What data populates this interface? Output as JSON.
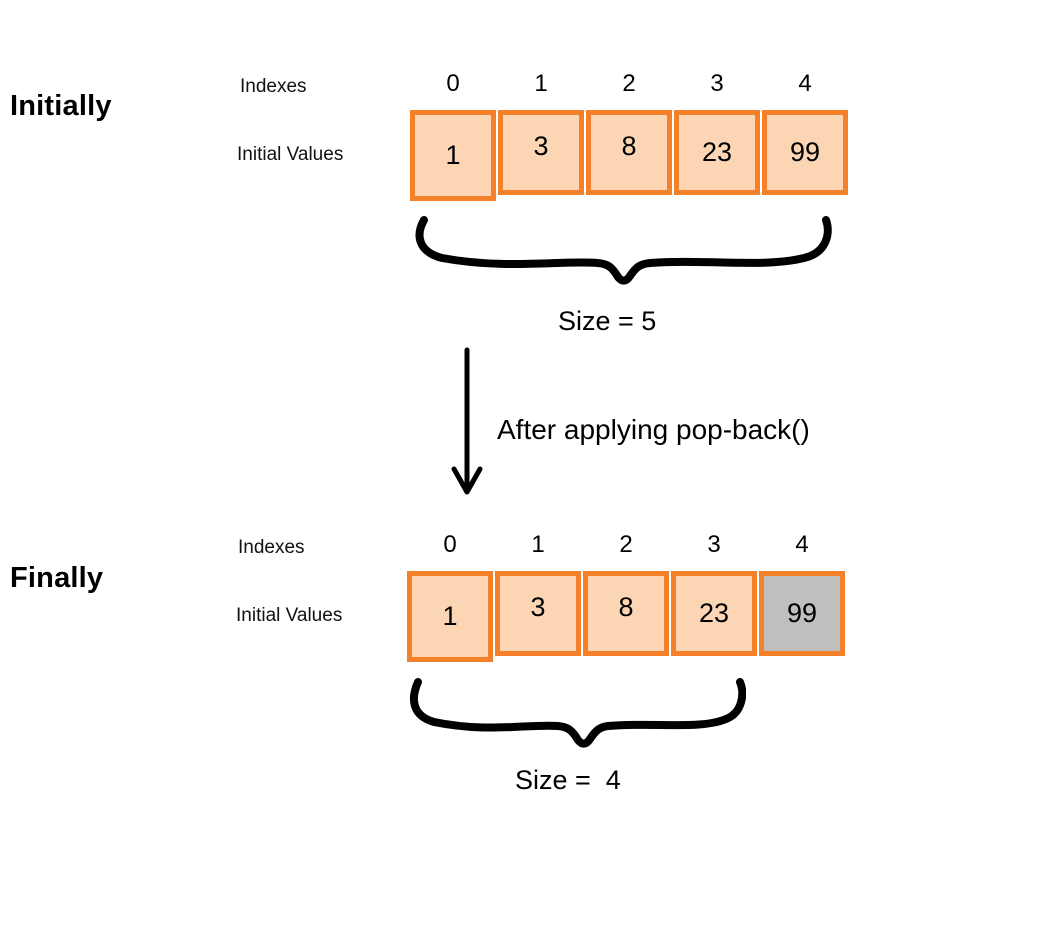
{
  "colors": {
    "background": "#ffffff",
    "cell_border": "#f5802a",
    "cell_fill": "#fcd5b5",
    "removed_cell_fill": "#bfbfbf",
    "ink": "#000000"
  },
  "initial_section": {
    "title": "Initially",
    "indexes_label": "Indexes",
    "values_label": "Initial Values",
    "indexes": [
      "0",
      "1",
      "2",
      "3",
      "4"
    ],
    "values": [
      "1",
      "3",
      "8",
      "23",
      "99"
    ],
    "size_label": "Size = 5"
  },
  "transition": {
    "label": "After applying pop-back()",
    "arrow_icon": "down-arrow"
  },
  "final_section": {
    "title": "Finally",
    "indexes_label": "Indexes",
    "values_label": "Initial Values",
    "indexes": [
      "0",
      "1",
      "2",
      "3",
      "4"
    ],
    "values": [
      "1",
      "3",
      "8",
      "23",
      "99"
    ],
    "removed_index": 4,
    "size_label": "Size =  4"
  }
}
